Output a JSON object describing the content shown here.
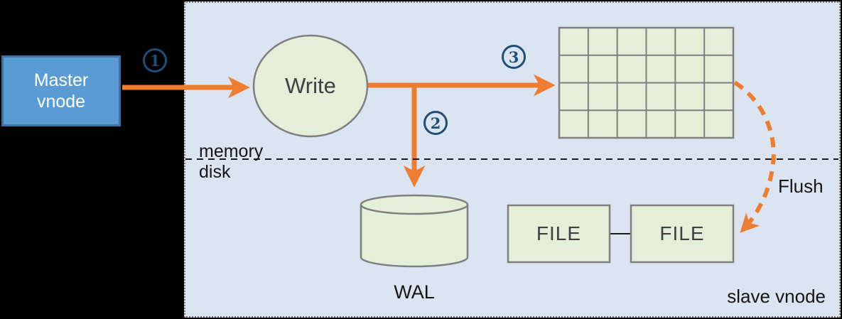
{
  "panel": {
    "memory_label": "memory",
    "disk_label": "disk",
    "slave_label": "slave vnode"
  },
  "nodes": {
    "master": {
      "label": "Master\nvnode"
    },
    "write": {
      "label": "Write"
    },
    "wal": {
      "label": "WAL"
    },
    "file_left": {
      "label": "FILE"
    },
    "file_right": {
      "label": "FILE"
    },
    "memory_table": {
      "columns": 6,
      "rows": 4
    }
  },
  "arrows": {
    "step1": {
      "badge": "1"
    },
    "step2": {
      "badge": "2"
    },
    "step3": {
      "badge": "3"
    },
    "flush": {
      "label": "Flush"
    }
  },
  "colors": {
    "background": "#000000",
    "panel_bg": "#dbe5f1",
    "shape_fill": "#e4efda",
    "shape_stroke": "#7f7f7f",
    "orange": "#ed7d31",
    "master_fill": "#5b9bd5",
    "master_border": "#3f70a1",
    "badge_blue": "#1f4e79"
  }
}
